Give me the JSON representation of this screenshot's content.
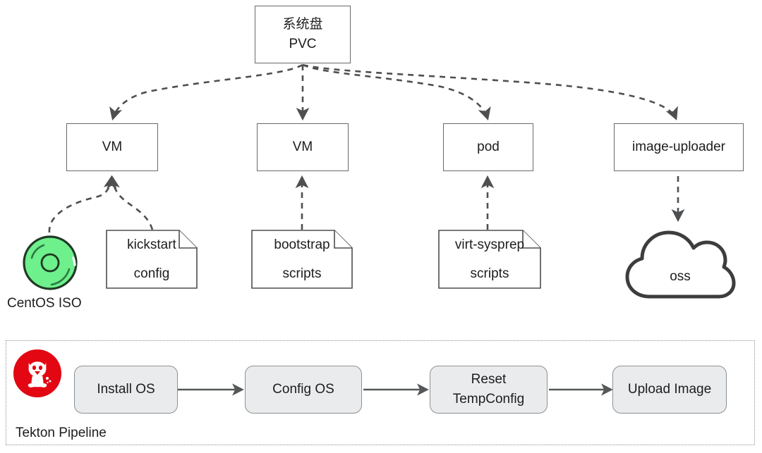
{
  "diagram": {
    "title_node": {
      "line1": "系统盘",
      "line2": "PVC"
    },
    "targets": [
      {
        "label": "VM"
      },
      {
        "label": "VM"
      },
      {
        "label": "pod"
      },
      {
        "label": "image-uploader"
      }
    ],
    "artifacts": [
      {
        "line1": "kickstart",
        "line2": "config"
      },
      {
        "line1": "bootstrap",
        "line2": "scripts"
      },
      {
        "line1": "virt-sysprep",
        "line2": "scripts"
      }
    ],
    "iso": {
      "label": "CentOS ISO",
      "disc_color": "#6ef08c",
      "ring_color": "#1f3a24"
    },
    "cloud": {
      "label": "oss",
      "stroke_color": "#3d3d3d"
    },
    "pipeline": {
      "logo_name": "tekton-logo",
      "logo_color": "#e30613",
      "caption": "Tekton Pipeline",
      "steps": [
        {
          "line1": "Install OS",
          "line2": ""
        },
        {
          "line1": "Config OS",
          "line2": ""
        },
        {
          "line1": "Reset",
          "line2": "TempConfig"
        },
        {
          "line1": "Upload Image",
          "line2": ""
        }
      ]
    },
    "colors": {
      "node_stroke": "#666a6c",
      "dashed_edge": "#4d4f51",
      "pipeline_fill": "#eaebec",
      "pipeline_stroke": "#8d9194",
      "container_stroke": "#8a8d8f",
      "text": "#1d1d1d"
    }
  }
}
